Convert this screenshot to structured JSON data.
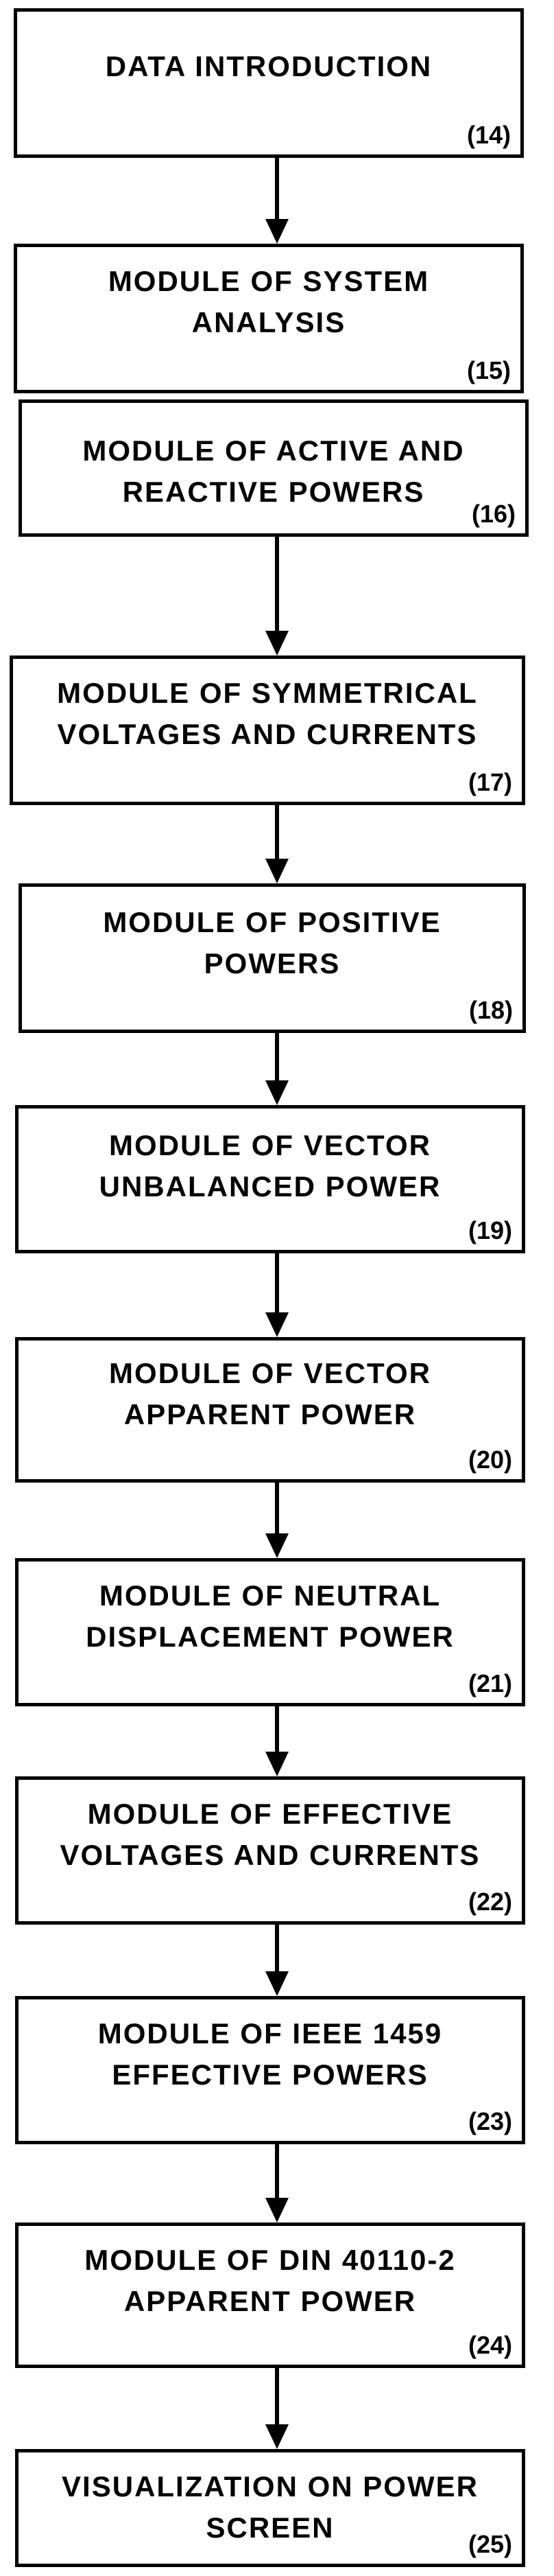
{
  "flowchart": {
    "steps": [
      {
        "label": "DATA INTRODUCTION",
        "number": "(14)"
      },
      {
        "label": "MODULE OF SYSTEM\nANALYSIS",
        "number": "(15)"
      },
      {
        "label": "MODULE OF ACTIVE AND\nREACTIVE POWERS",
        "number": "(16)"
      },
      {
        "label": "MODULE OF SYMMETRICAL\nVOLTAGES AND CURRENTS",
        "number": "(17)"
      },
      {
        "label": "MODULE OF POSITIVE\nPOWERS",
        "number": "(18)"
      },
      {
        "label": "MODULE OF VECTOR\nUNBALANCED POWER",
        "number": "(19)"
      },
      {
        "label": "MODULE OF VECTOR\nAPPARENT POWER",
        "number": "(20)"
      },
      {
        "label": "MODULE OF NEUTRAL\nDISPLACEMENT POWER",
        "number": "(21)"
      },
      {
        "label": "MODULE OF EFFECTIVE\nVOLTAGES AND CURRENTS",
        "number": "(22)"
      },
      {
        "label": "MODULE OF IEEE 1459\nEFFECTIVE POWERS",
        "number": "(23)"
      },
      {
        "label": "MODULE OF DIN 40110-2\nAPPARENT POWER",
        "number": "(24)"
      },
      {
        "label": "VISUALIZATION ON POWER\nSCREEN",
        "number": "(25)"
      }
    ]
  }
}
